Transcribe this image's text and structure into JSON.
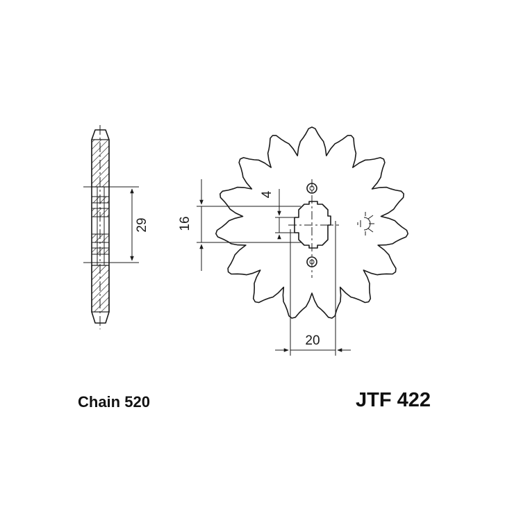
{
  "captions": {
    "chain": "Chain 520",
    "part_number": "JTF 422"
  },
  "sprocket": {
    "teeth": 15
  },
  "dimensions": {
    "width_29": "29",
    "bore_16": "16",
    "key_4": "4",
    "spacing_20": "20"
  },
  "colors": {
    "ink": "#1a1a1a",
    "background": "#ffffff"
  }
}
